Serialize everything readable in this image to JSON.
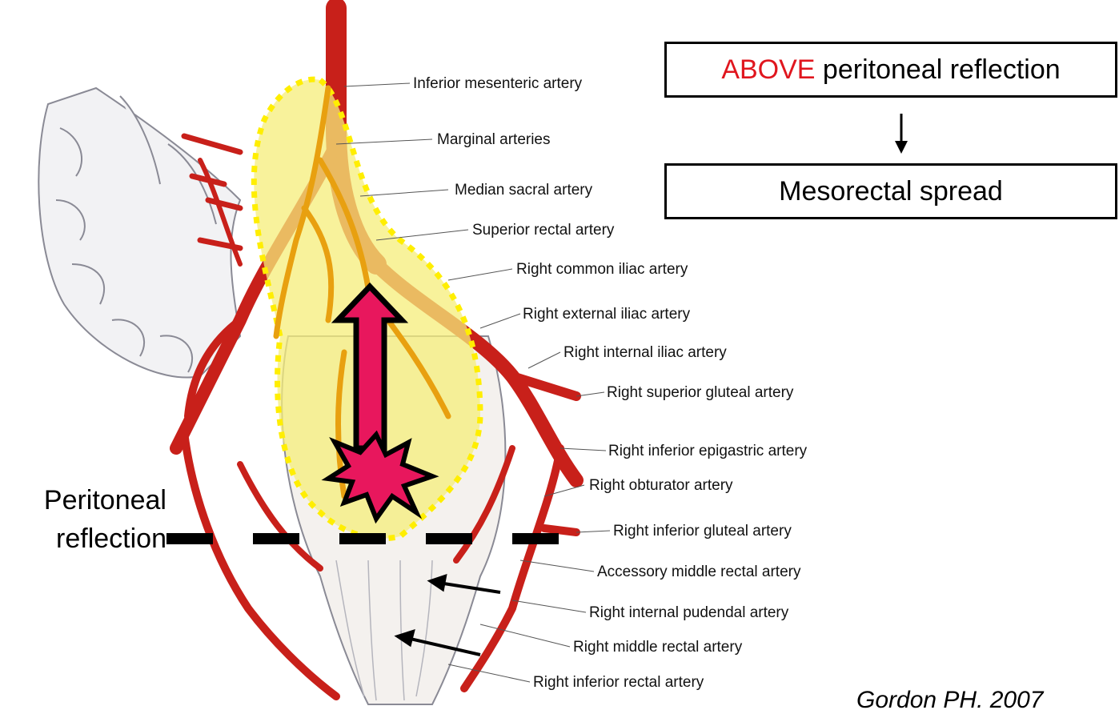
{
  "box_top": {
    "highlight": "ABOVE",
    "text": " peritoneal reflection"
  },
  "box_bottom": {
    "text": "Mesorectal spread"
  },
  "peritoneal_label": {
    "line1": "Peritoneal",
    "line2": "reflection"
  },
  "citation": "Gordon PH. 2007",
  "artery_labels": [
    "Inferior mesenteric artery",
    "Marginal arteries",
    "Median sacral artery",
    "Superior rectal artery",
    "Right common iliac artery",
    "Right external iliac artery",
    "Right internal iliac artery",
    "Right superior gluteal artery",
    "Right inferior epigastric artery",
    "Right obturator artery",
    "Right inferior gluteal artery",
    "Accessory middle rectal artery",
    "Right internal pudendal artery",
    "Right middle rectal artery",
    "Right inferior rectal artery"
  ],
  "colors": {
    "artery": "#c8201a",
    "highlight_region": "#f5ee7a",
    "dotted_border": "#ffee00",
    "arrow_fill": "#e8175d",
    "above_text": "#e0161e"
  }
}
